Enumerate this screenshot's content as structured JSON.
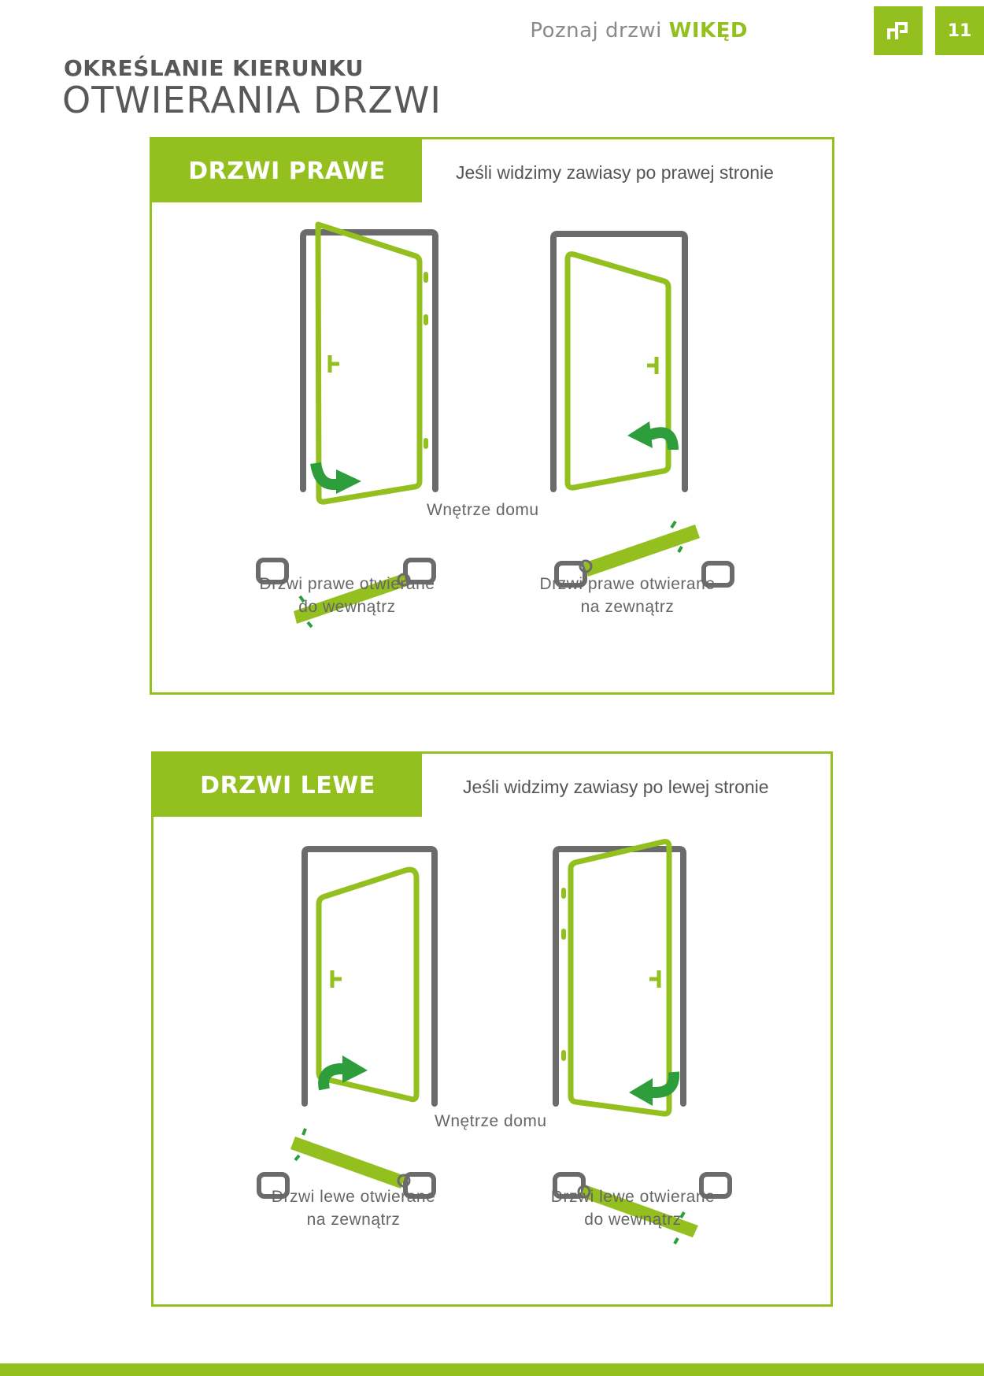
{
  "header": {
    "brand_prefix": "Poznaj drzwi",
    "brand_name": "WIKĘD",
    "page_number": "11"
  },
  "title": {
    "line1": "OKREŚLANIE KIERUNKU",
    "line2": "OTWIERANIA DRZWI"
  },
  "right_doors": {
    "tab": "DRZWI PRAWE",
    "subtitle": "Jeśli widzimy zawiasy po prawej stronie",
    "inside_label": "Wnętrze domu",
    "left_caption_line1": "Drzwi prawe otwierane",
    "left_caption_line2": "do wewnątrz",
    "right_caption_line1": "Drzwi prawe otwierane",
    "right_caption_line2": "na zewnątrz"
  },
  "left_doors": {
    "tab": "DRZWI LEWE",
    "subtitle": "Jeśli widzimy zawiasy po lewej stronie",
    "inside_label": "Wnętrze domu",
    "left_caption_line1": "Drzwi lewe otwierane",
    "left_caption_line2": "na zewnątrz",
    "right_caption_line1": "Drzwi lewe otwierane",
    "right_caption_line2": "do wewnątrz"
  },
  "colors": {
    "brand_green": "#93c01f",
    "arrow_green": "#2e9e3c",
    "frame_gray": "#6b6b6b"
  },
  "icons": [
    "logo-icon",
    "door-frame-icon",
    "door-leaf-icon",
    "hinge-icon",
    "handle-icon",
    "curved-arrow-icon"
  ]
}
